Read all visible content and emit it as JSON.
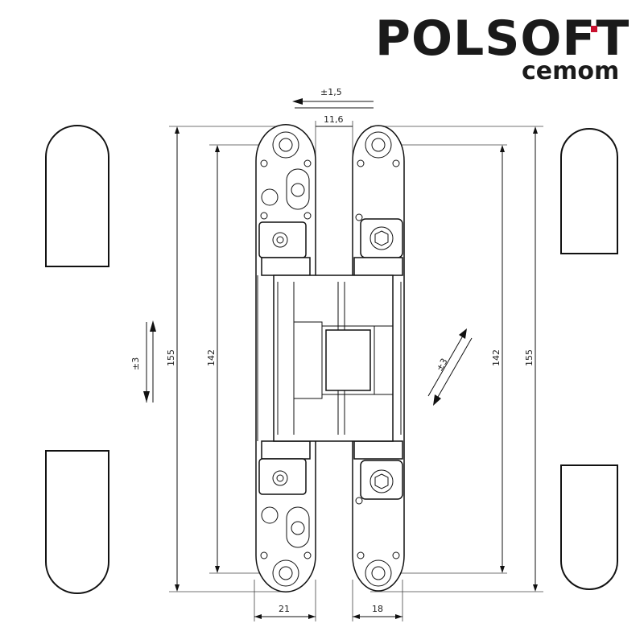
{
  "logo": {
    "brand": "POLSOFT",
    "sub": "cemom",
    "accent_color": "#c8102e"
  },
  "dimensions": {
    "adjust_horizontal": "±1,5",
    "gap": "11,6",
    "total_height_left": "155",
    "mount_height_left": "142",
    "adjust_vertical": "±3",
    "adjust_depth": "±3",
    "mount_height_right": "142",
    "total_height_right": "155",
    "width_left": "21",
    "width_right": "18"
  }
}
